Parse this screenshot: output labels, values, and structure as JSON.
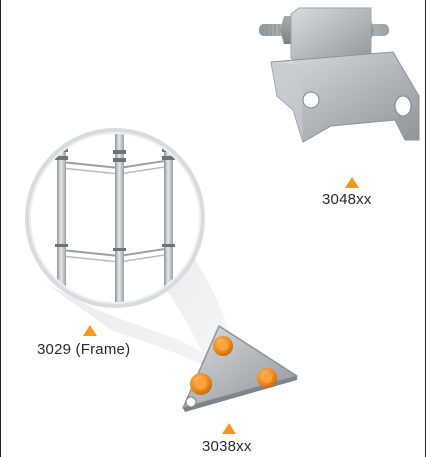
{
  "products": {
    "bracket": {
      "code": "3048xx",
      "icon": "clamp-bracket-icon"
    },
    "frame": {
      "code": "3029 (Frame)",
      "icon": "frame-icon"
    },
    "plate": {
      "code": "3038xx",
      "icon": "triangle-plate-icon"
    }
  },
  "colors": {
    "marker": "#f39a1e",
    "metal": "#b9bcc0",
    "bolt_orange": "#ef8a1b",
    "magnifier_ring": "#cfd2d4"
  }
}
